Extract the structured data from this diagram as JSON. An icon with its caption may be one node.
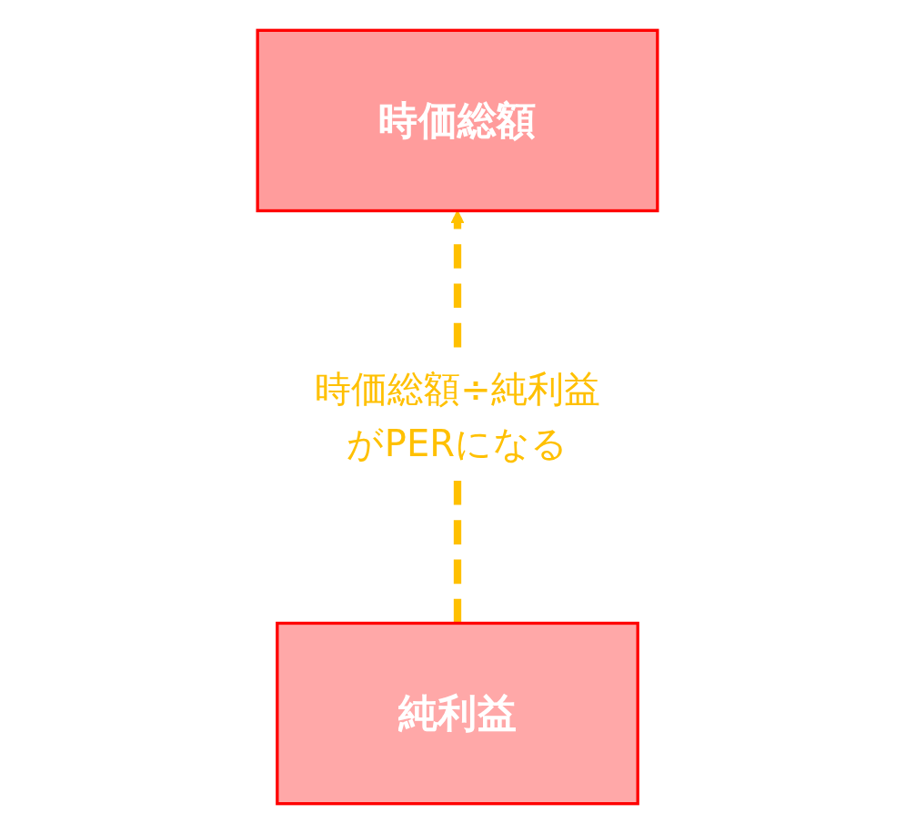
{
  "diagram": {
    "nodes": [
      {
        "text": [
          "時価総額"
        ]
      },
      {
        "text": [
          "純利益"
        ]
      }
    ],
    "edges": [
      {
        "from": 1,
        "to": 0,
        "arrow": "to",
        "label": "時価総額÷純利益がPERになる",
        "style": "dashed",
        "color": "#ffc000"
      }
    ]
  }
}
